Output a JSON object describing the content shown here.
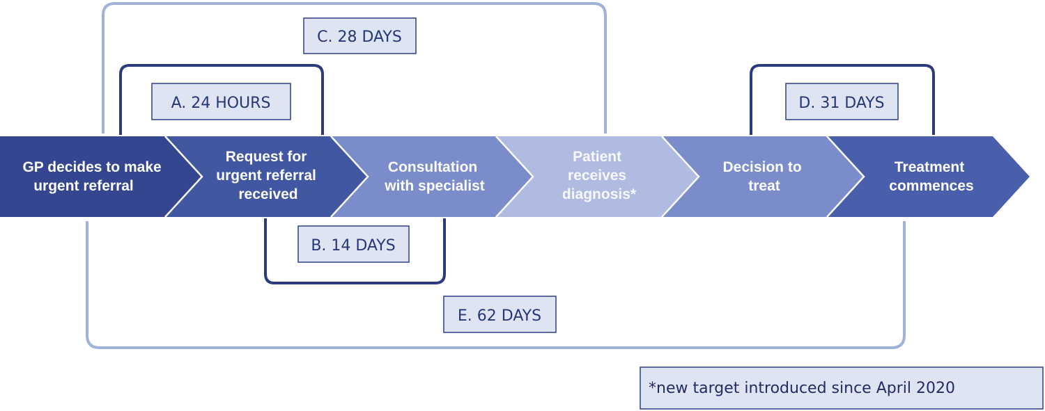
{
  "stages": [
    {
      "lines": [
        "GP decides to make",
        "urgent referral"
      ],
      "color": "#34468f"
    },
    {
      "lines": [
        "Request for",
        "urgent referral",
        "received"
      ],
      "color": "#4257a1"
    },
    {
      "lines": [
        "Consultation",
        "with specialist"
      ],
      "color": "#7b8ccb"
    },
    {
      "lines": [
        "Patient",
        "receives",
        "diagnosis*"
      ],
      "color": "#b0bbe2"
    },
    {
      "lines": [
        "Decision to",
        "treat"
      ],
      "color": "#7b8ccb"
    },
    {
      "lines": [
        "Treatment",
        "commences"
      ],
      "color": "#4a5fac"
    }
  ],
  "targets": {
    "a": {
      "label": "A.  24 HOURS",
      "color": "#2b3b7e"
    },
    "b": {
      "label": "B. 14 DAYS",
      "color": "#2b3b7e"
    },
    "c": {
      "label": "C. 28 DAYS",
      "color": "#9fb2d8"
    },
    "d": {
      "label": "D. 31 DAYS",
      "color": "#2b3b7e"
    },
    "e": {
      "label": "E. 62 DAYS",
      "color": "#9fb2d8"
    }
  },
  "note": "*new target introduced since April 2020"
}
